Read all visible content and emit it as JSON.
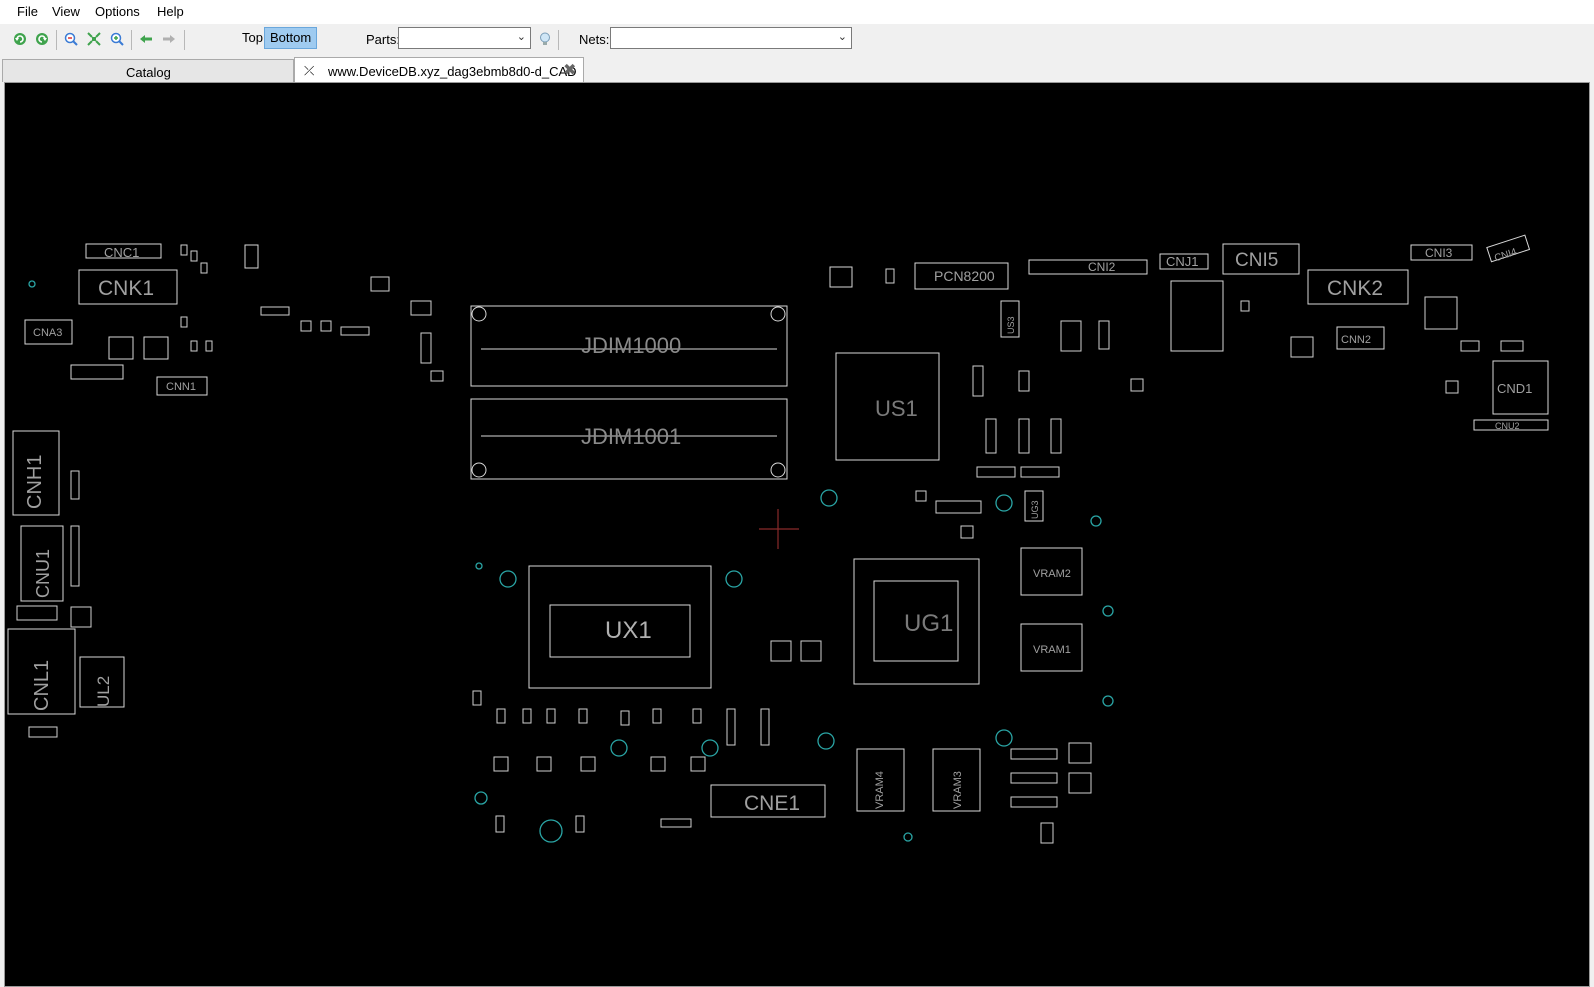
{
  "menu": {
    "file": "File",
    "view": "View",
    "options": "Options",
    "help": "Help"
  },
  "toolbar": {
    "side_top": "Top",
    "side_bottom": "Bottom",
    "parts_label": "Parts:",
    "parts_value": "",
    "nets_label": "Nets:",
    "nets_value": "",
    "icons": [
      "rotate-left-icon",
      "rotate-right-icon",
      "zoom-out-icon",
      "zoom-fit-icon",
      "zoom-in-icon",
      "back-arrow-icon",
      "forward-arrow-icon",
      "bulb-icon"
    ]
  },
  "tabs": {
    "catalog": "Catalog",
    "board": "www.DeviceDB.xyz_dag3ebmb8d0-d_CAD"
  },
  "board": {
    "labels": {
      "cnc1": "CNC1",
      "cnk1": "CNK1",
      "cna3": "CNA3",
      "cnn1": "CNN1",
      "jdim1000": "JDIM1000",
      "jdim1001": "JDIM1001",
      "cnh1": "CNH1",
      "cnu1": "CNU1",
      "cnl1": "CNL1",
      "ul2": "UL2",
      "ux1": "UX1",
      "us1": "US1",
      "ug1": "UG1",
      "vram1": "VRAM1",
      "vram2": "VRAM2",
      "vram3": "VRAM3",
      "vram4": "VRAM4",
      "cne1": "CNE1",
      "pcn8200": "PCN8200",
      "cni2": "CNI2",
      "cnj1": "CNJ1",
      "cni5": "CNI5",
      "cnk2": "CNK2",
      "cnn2": "CNN2",
      "cni3": "CNI3",
      "cni4": "CNI4",
      "cnd1": "CND1",
      "cnu2": "CNU2",
      "us3": "US3",
      "ug3": "UG3"
    }
  },
  "colors": {
    "board_bg": "#000000",
    "outline": "#d8d8d8",
    "label": "#9a9a9a",
    "via": "#2aa5a5",
    "cursor": "#8a2a2a",
    "active_side": "#9fcbf0"
  }
}
